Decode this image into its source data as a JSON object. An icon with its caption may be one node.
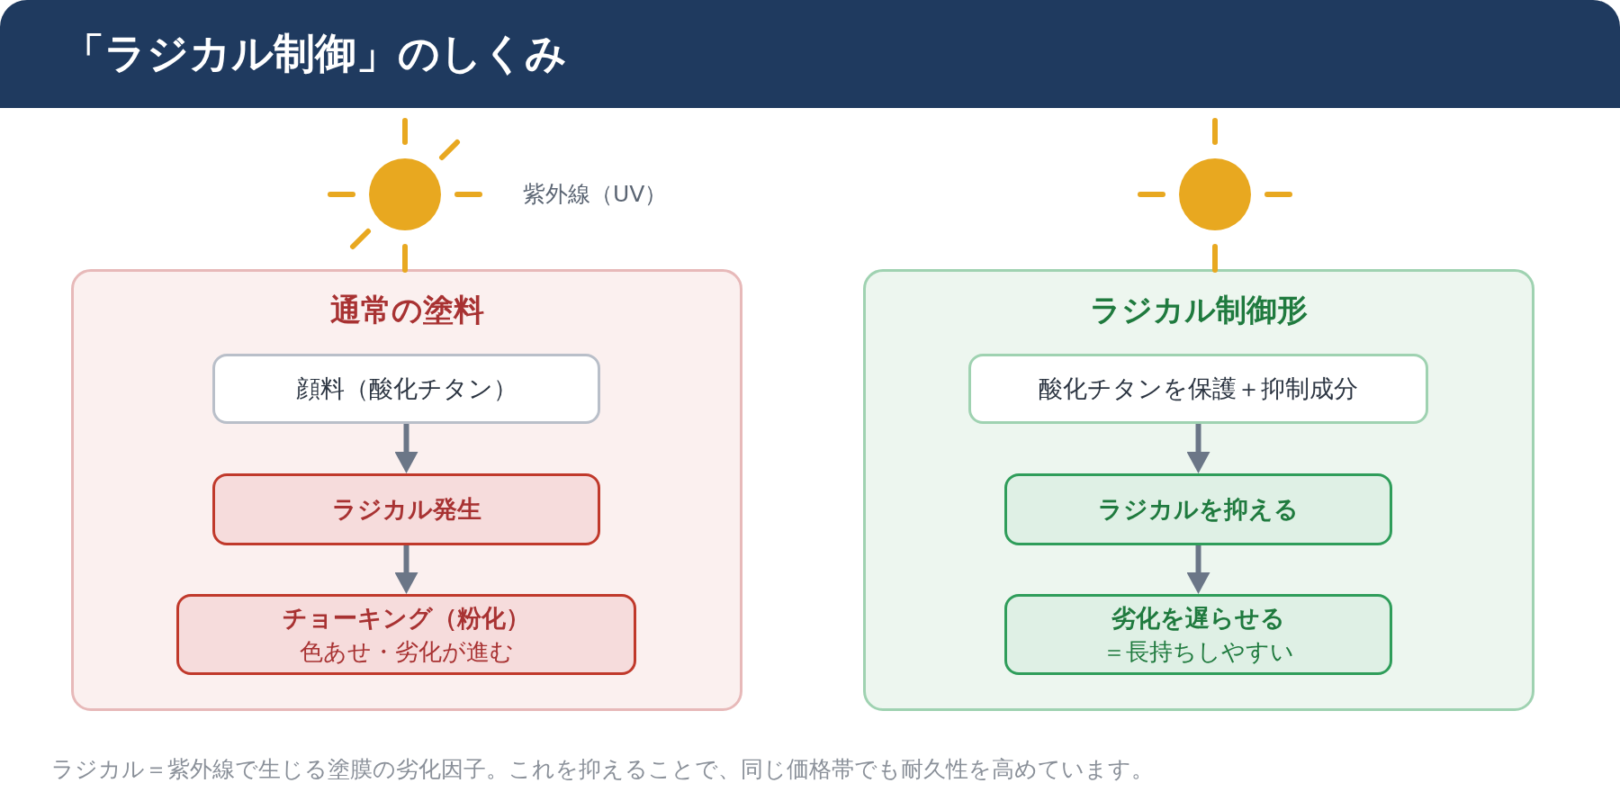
{
  "diagram": {
    "title": "「ラジカル制御」のしくみ",
    "nodes": [
      {
        "text": [
          "通常の塗料"
        ]
      },
      {
        "text": [
          "顔料（酸化チタン）"
        ],
        "in": 0
      },
      {
        "text": [
          "ラジカル発生"
        ],
        "in": 0
      },
      {
        "text": [
          "チョーキング（粉化）",
          "色あせ・劣化が進む"
        ],
        "in": 0
      },
      {
        "text": [
          "ラジカル制御形"
        ]
      },
      {
        "text": [
          "酸化チタンを保護＋抑制成分"
        ],
        "in": 4
      },
      {
        "text": [
          "ラジカルを抑える"
        ],
        "in": 4
      },
      {
        "text": [
          "劣化を遅らせる",
          "＝長持ちしやすい"
        ],
        "in": 4
      }
    ],
    "edges": [
      {
        "from": 1,
        "to": 2,
        "arrow": "to"
      },
      {
        "from": 2,
        "to": 3,
        "arrow": "to"
      },
      {
        "from": 5,
        "to": 6,
        "arrow": "to"
      },
      {
        "from": 6,
        "to": 7,
        "arrow": "to"
      }
    ],
    "labels": [
      "紫外線（UV）"
    ],
    "caption": "ラジカル＝紫外線で生じる塗膜の劣化因子。これを抑えることで、同じ価格帯でも耐久性を高めています。"
  }
}
